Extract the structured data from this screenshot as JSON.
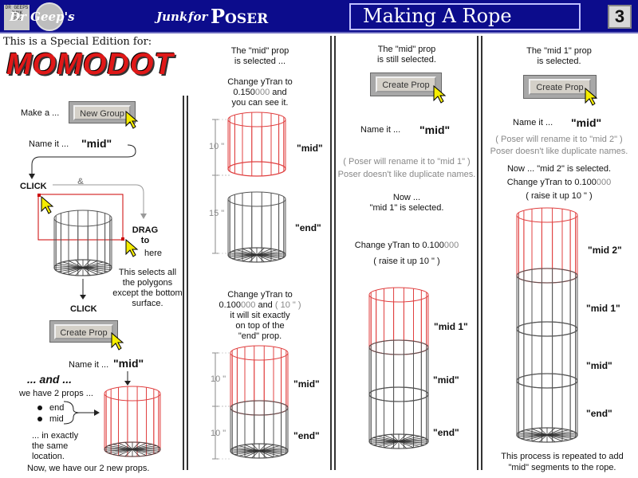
{
  "header": {
    "logo_text": "DR GEEPS JUNK 2002",
    "brand_name": "Dr Geep's",
    "brand_junk": "Junk",
    "brand_for": "for",
    "brand_product": "Poser",
    "page_title": "Making A Rope",
    "page_number": "3"
  },
  "col1": {
    "edition": "This is a Special Edition for:",
    "momodot": "MOMODOT",
    "make_a": "Make a ...",
    "new_group_btn": "New Group",
    "name_it": "Name it ...",
    "name_val": "\"mid\"",
    "click": "CLICK",
    "amp": "&",
    "drag": "DRAG",
    "to": "to",
    "here": "here",
    "selects_note": "This selects all the polygons except the bottom surface.",
    "click2": "CLICK",
    "create_prop_btn": "Create Prop",
    "name_it2": "Name it ...",
    "name_val2": "\"mid\"",
    "and": "... and ...",
    "have_two": "we have 2 props ...",
    "end": "end",
    "mid": "mid",
    "same_loc": "... in exactly the same location.",
    "now_new": "Now, we have our 2 new props."
  },
  "col2": {
    "selected_a": "The \"mid\" prop",
    "selected_b": "is selected ...",
    "change_a": "Change yTran to",
    "val1_main": "0.150",
    "val1_grey": "000",
    "val1_tail": " and",
    "see_it": "you can see it.",
    "dim10": "10 \"",
    "dim15": "15 \"",
    "lbl_mid": "\"mid\"",
    "lbl_end": "\"end\"",
    "change_b": "Change yTran to",
    "val2_main": "0.100",
    "val2_grey": "000",
    "val2_and": " and ",
    "val2_paren": "( 10 \" )",
    "sit_a": "it will sit exactly",
    "sit_b": "on top of the",
    "sit_c": "\"end\" prop.",
    "dim10b": "10 \"",
    "dim10c": "10 \"",
    "lbl_mid2": "\"mid\"",
    "lbl_end2": "\"end\""
  },
  "col3": {
    "still_a": "The \"mid\" prop",
    "still_b": "is still selected.",
    "create_prop_btn": "Create Prop",
    "name_it": "Name it ...",
    "name_val": "\"mid\"",
    "rename": "( Poser will rename it to \"mid 1\" )",
    "dup": "Poser doesn't like duplicate names.",
    "now_a": "Now ...",
    "now_b": "\"mid 1\" is selected.",
    "change_main": "Change yTran to 0.100",
    "change_grey": "000",
    "raise": "( raise it up 10 \" )",
    "lbl_mid1": "\"mid 1\"",
    "lbl_mid": "\"mid\"",
    "lbl_end": "\"end\""
  },
  "col4": {
    "mid1_a": "The \"mid 1\" prop",
    "mid1_b": "is  selected.",
    "create_prop_btn": "Create Prop",
    "name_it": "Name it ...",
    "name_val": "\"mid\"",
    "rename": "( Poser will rename it to \"mid 2\" )",
    "dup": "Poser doesn't like duplicate names.",
    "now": "Now ... \"mid 2\" is selected.",
    "change_main": "Change yTran to 0.100",
    "change_grey": "000",
    "raise": "( raise it up 10 \" )",
    "lbl_mid2": "\"mid 2\"",
    "lbl_mid1": "\"mid 1\"",
    "lbl_mid": "\"mid\"",
    "lbl_end": "\"end\"",
    "repeat": "This process is repeated to add \"mid\" segments to the rope."
  },
  "colors": {
    "header_bg": "#0c0c8c",
    "selected_red": "#e04040",
    "wire_grey": "#555555",
    "momodot_red": "#e01818"
  }
}
